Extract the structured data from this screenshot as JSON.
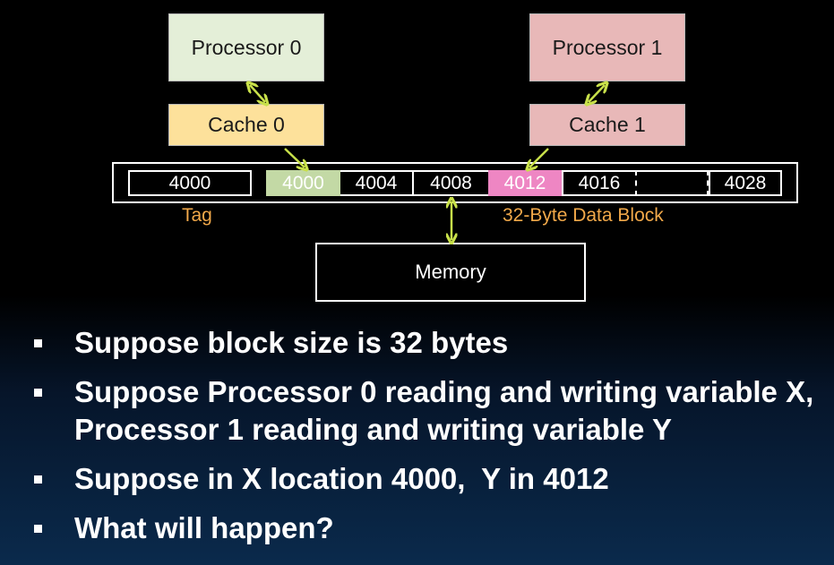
{
  "diagram": {
    "processor0": "Processor 0",
    "processor1": "Processor 1",
    "cache0": "Cache 0",
    "cache1": "Cache 1",
    "tag_value": "4000",
    "block_cells": [
      "4000",
      "4004",
      "4008",
      "4012",
      "4016",
      "",
      "4028"
    ],
    "tag_label": "Tag",
    "block_label": "32-Byte Data Block",
    "memory": "Memory",
    "colors": {
      "processor0_fill": "#e4efd8",
      "processor1_fill": "#e8b8b8",
      "cache0_fill": "#fde19b",
      "cache1_fill": "#e8b8b8",
      "highlight_4000": "#c3d9a5",
      "highlight_4012": "#ee86c3",
      "arrow": "#c8e04a",
      "label": "#f2a94a"
    }
  },
  "bullets": [
    "Suppose block size is 32 bytes",
    "Suppose Processor 0 reading and writing variable X, Processor 1 reading and writing variable Y",
    "Suppose in X location 4000,  Y in 4012",
    "What will happen?"
  ]
}
